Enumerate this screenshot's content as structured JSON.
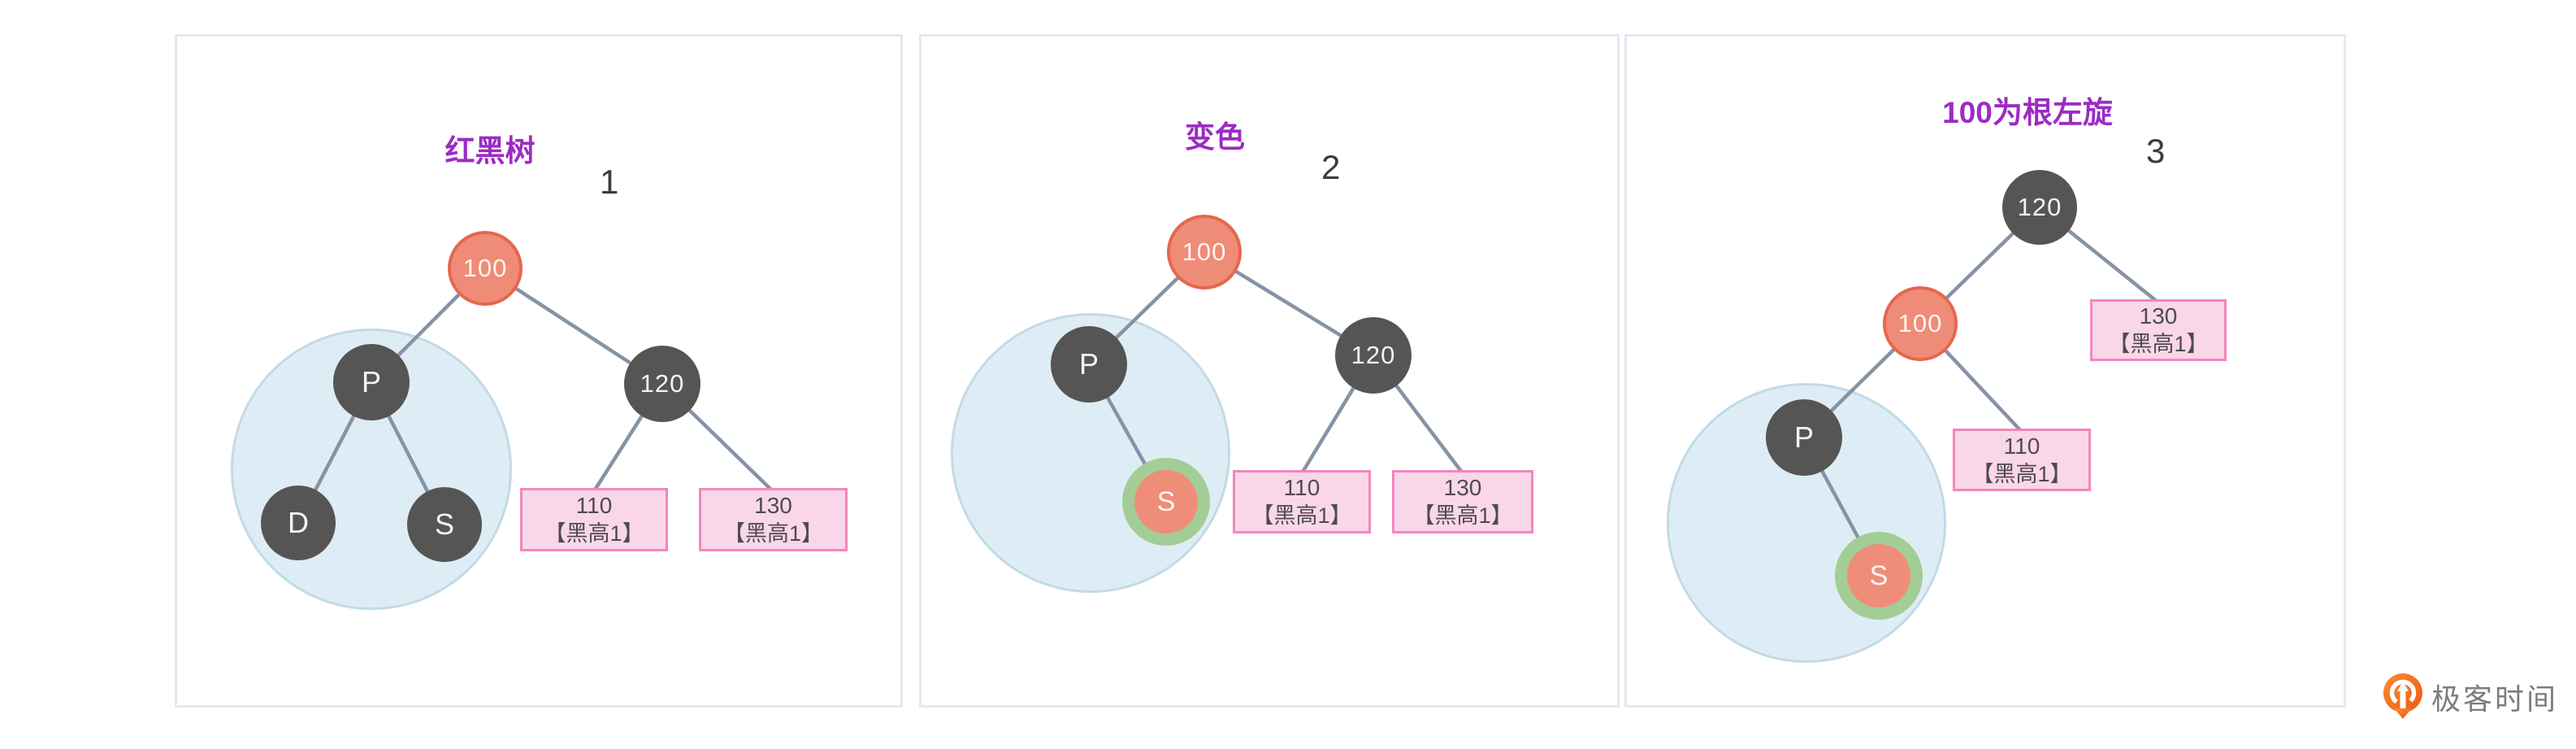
{
  "panels": [
    {
      "title": "红黑树",
      "number": "1",
      "node_100": "100",
      "node_120": "120",
      "node_p": "P",
      "node_d": "D",
      "node_s": "S",
      "box_110_value": "110",
      "box_110_label": "【黑高1】",
      "box_130_value": "130",
      "box_130_label": "【黑高1】"
    },
    {
      "title": "变色",
      "number": "2",
      "node_100": "100",
      "node_120": "120",
      "node_p": "P",
      "node_s": "S",
      "box_110_value": "110",
      "box_110_label": "【黑高1】",
      "box_130_value": "130",
      "box_130_label": "【黑高1】"
    },
    {
      "title": "100为根左旋",
      "number": "3",
      "node_100": "100",
      "node_120": "120",
      "node_p": "P",
      "node_s": "S",
      "box_110_value": "110",
      "box_110_label": "【黑高1】",
      "box_130_value": "130",
      "box_130_label": "【黑高1】"
    }
  ],
  "watermark": {
    "brand": "极客时间",
    "logo_icon": "geektime-pin-icon"
  },
  "colors": {
    "red_node_fill": "#EF8C77",
    "red_node_border": "#E5674D",
    "black_node_fill": "#575454",
    "highlight_circle_fill": "#DEEDF5",
    "highlight_circle_border": "#C2DAE7",
    "green_ring": "#A3CD96",
    "leaf_fill": "#F9D7E9",
    "leaf_border": "#F386BE",
    "edge": "#8593A4",
    "title_purple": "#9C2BC4",
    "step_number": "#3C3C3C",
    "brand_orange": "#F26A1B",
    "brand_text": "#7D7D7D"
  }
}
